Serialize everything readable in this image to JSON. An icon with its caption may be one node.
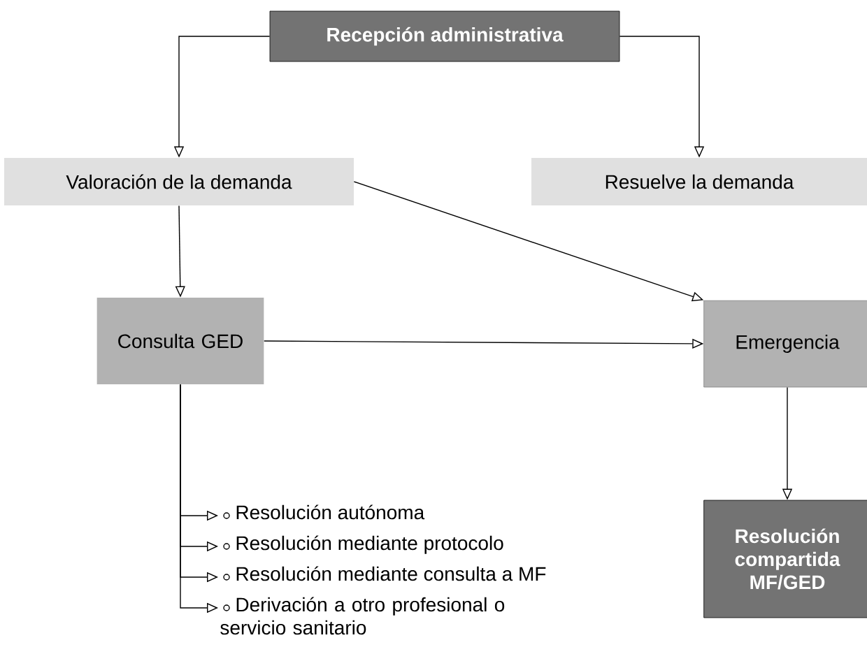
{
  "diagram": {
    "nodes": [
      {
        "text": [
          "Recepción administrativa"
        ]
      },
      {
        "text": [
          "Valoración de la demanda"
        ]
      },
      {
        "text": [
          "Resuelve la demanda"
        ]
      },
      {
        "text": [
          "Consulta GED"
        ]
      },
      {
        "text": [
          "Emergencia"
        ]
      },
      {
        "text": [
          "Resolución compartida MF/GED"
        ]
      },
      {
        "text": [
          "Resolución autónoma"
        ]
      },
      {
        "text": [
          "Resolución mediante protocolo"
        ]
      },
      {
        "text": [
          "Resolución mediante consulta a MF"
        ]
      },
      {
        "text": [
          "Derivación a otro profesional o servicio sanitario"
        ]
      }
    ],
    "edges": [
      {
        "from": 0,
        "to": 1,
        "arrow": "to"
      },
      {
        "from": 0,
        "to": 2,
        "arrow": "to"
      },
      {
        "from": 1,
        "to": 3,
        "arrow": "to"
      },
      {
        "from": 1,
        "to": 4,
        "arrow": "to"
      },
      {
        "from": 3,
        "to": 4,
        "arrow": "to"
      },
      {
        "from": 4,
        "to": 5,
        "arrow": "to"
      },
      {
        "from": 3,
        "to": 6,
        "arrow": "to"
      },
      {
        "from": 3,
        "to": 7,
        "arrow": "to"
      },
      {
        "from": 3,
        "to": 8,
        "arrow": "to"
      },
      {
        "from": 3,
        "to": 9,
        "arrow": "to"
      }
    ]
  }
}
